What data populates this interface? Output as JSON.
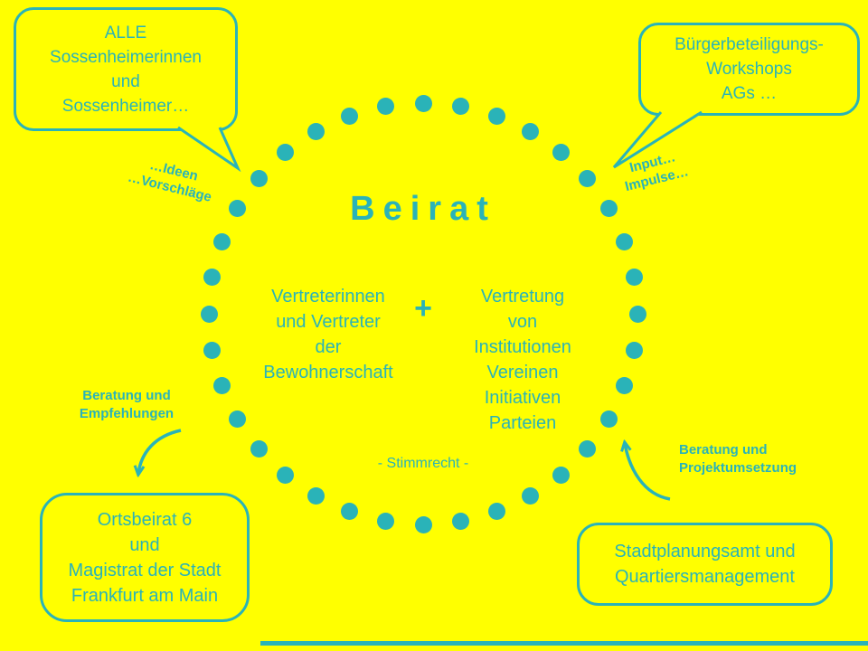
{
  "colors": {
    "background": "#FFFF00",
    "teal": "#2AB3B8"
  },
  "title": "Beirat",
  "bubbles": {
    "top_left": {
      "lines": [
        "ALLE",
        "Sossenheimerinnen",
        "und",
        "Sossenheimer…"
      ]
    },
    "top_right": {
      "lines": [
        "Bürgerbeteiligungs-",
        "Workshops",
        "AGs …"
      ]
    }
  },
  "rotated_labels": {
    "left": [
      "…Ideen",
      "…Vorschläge"
    ],
    "right": [
      "Input…",
      "Impulse…"
    ]
  },
  "circle": {
    "members_left": [
      "Vertreterinnen",
      "und Vertreter",
      "der",
      "Bewohnerschaft"
    ],
    "plus": "+",
    "members_right": [
      "Vertretung",
      "von",
      "Institutionen",
      "Vereinen",
      "Initiativen",
      "Parteien"
    ],
    "note": "- Stimmrecht -"
  },
  "side_labels": {
    "left": [
      "Beratung und",
      "Empfehlungen"
    ],
    "right": [
      "Beratung und",
      "Projektumsetzung"
    ]
  },
  "boxes": {
    "bottom_left": {
      "lines": [
        "Ortsbeirat 6",
        "und",
        "Magistrat der Stadt",
        "Frankfurt am Main"
      ]
    },
    "bottom_right": {
      "lines": [
        "Stadtplanungsamt und",
        "Quartiersmanagement"
      ]
    }
  }
}
